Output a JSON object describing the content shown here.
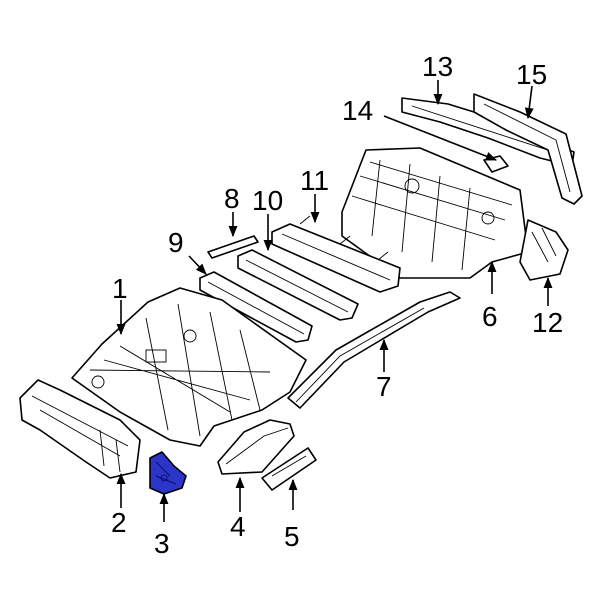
{
  "colors": {
    "background": "#ffffff",
    "line": "#000000",
    "highlight": "#2b35c7"
  },
  "highlighted_part": "3",
  "callouts": {
    "c1": "1",
    "c2": "2",
    "c3": "3",
    "c4": "4",
    "c5": "5",
    "c6": "6",
    "c7": "7",
    "c8": "8",
    "c9": "9",
    "c10": "10",
    "c11": "11",
    "c12": "12",
    "c13": "13",
    "c14": "14",
    "c15": "15"
  }
}
